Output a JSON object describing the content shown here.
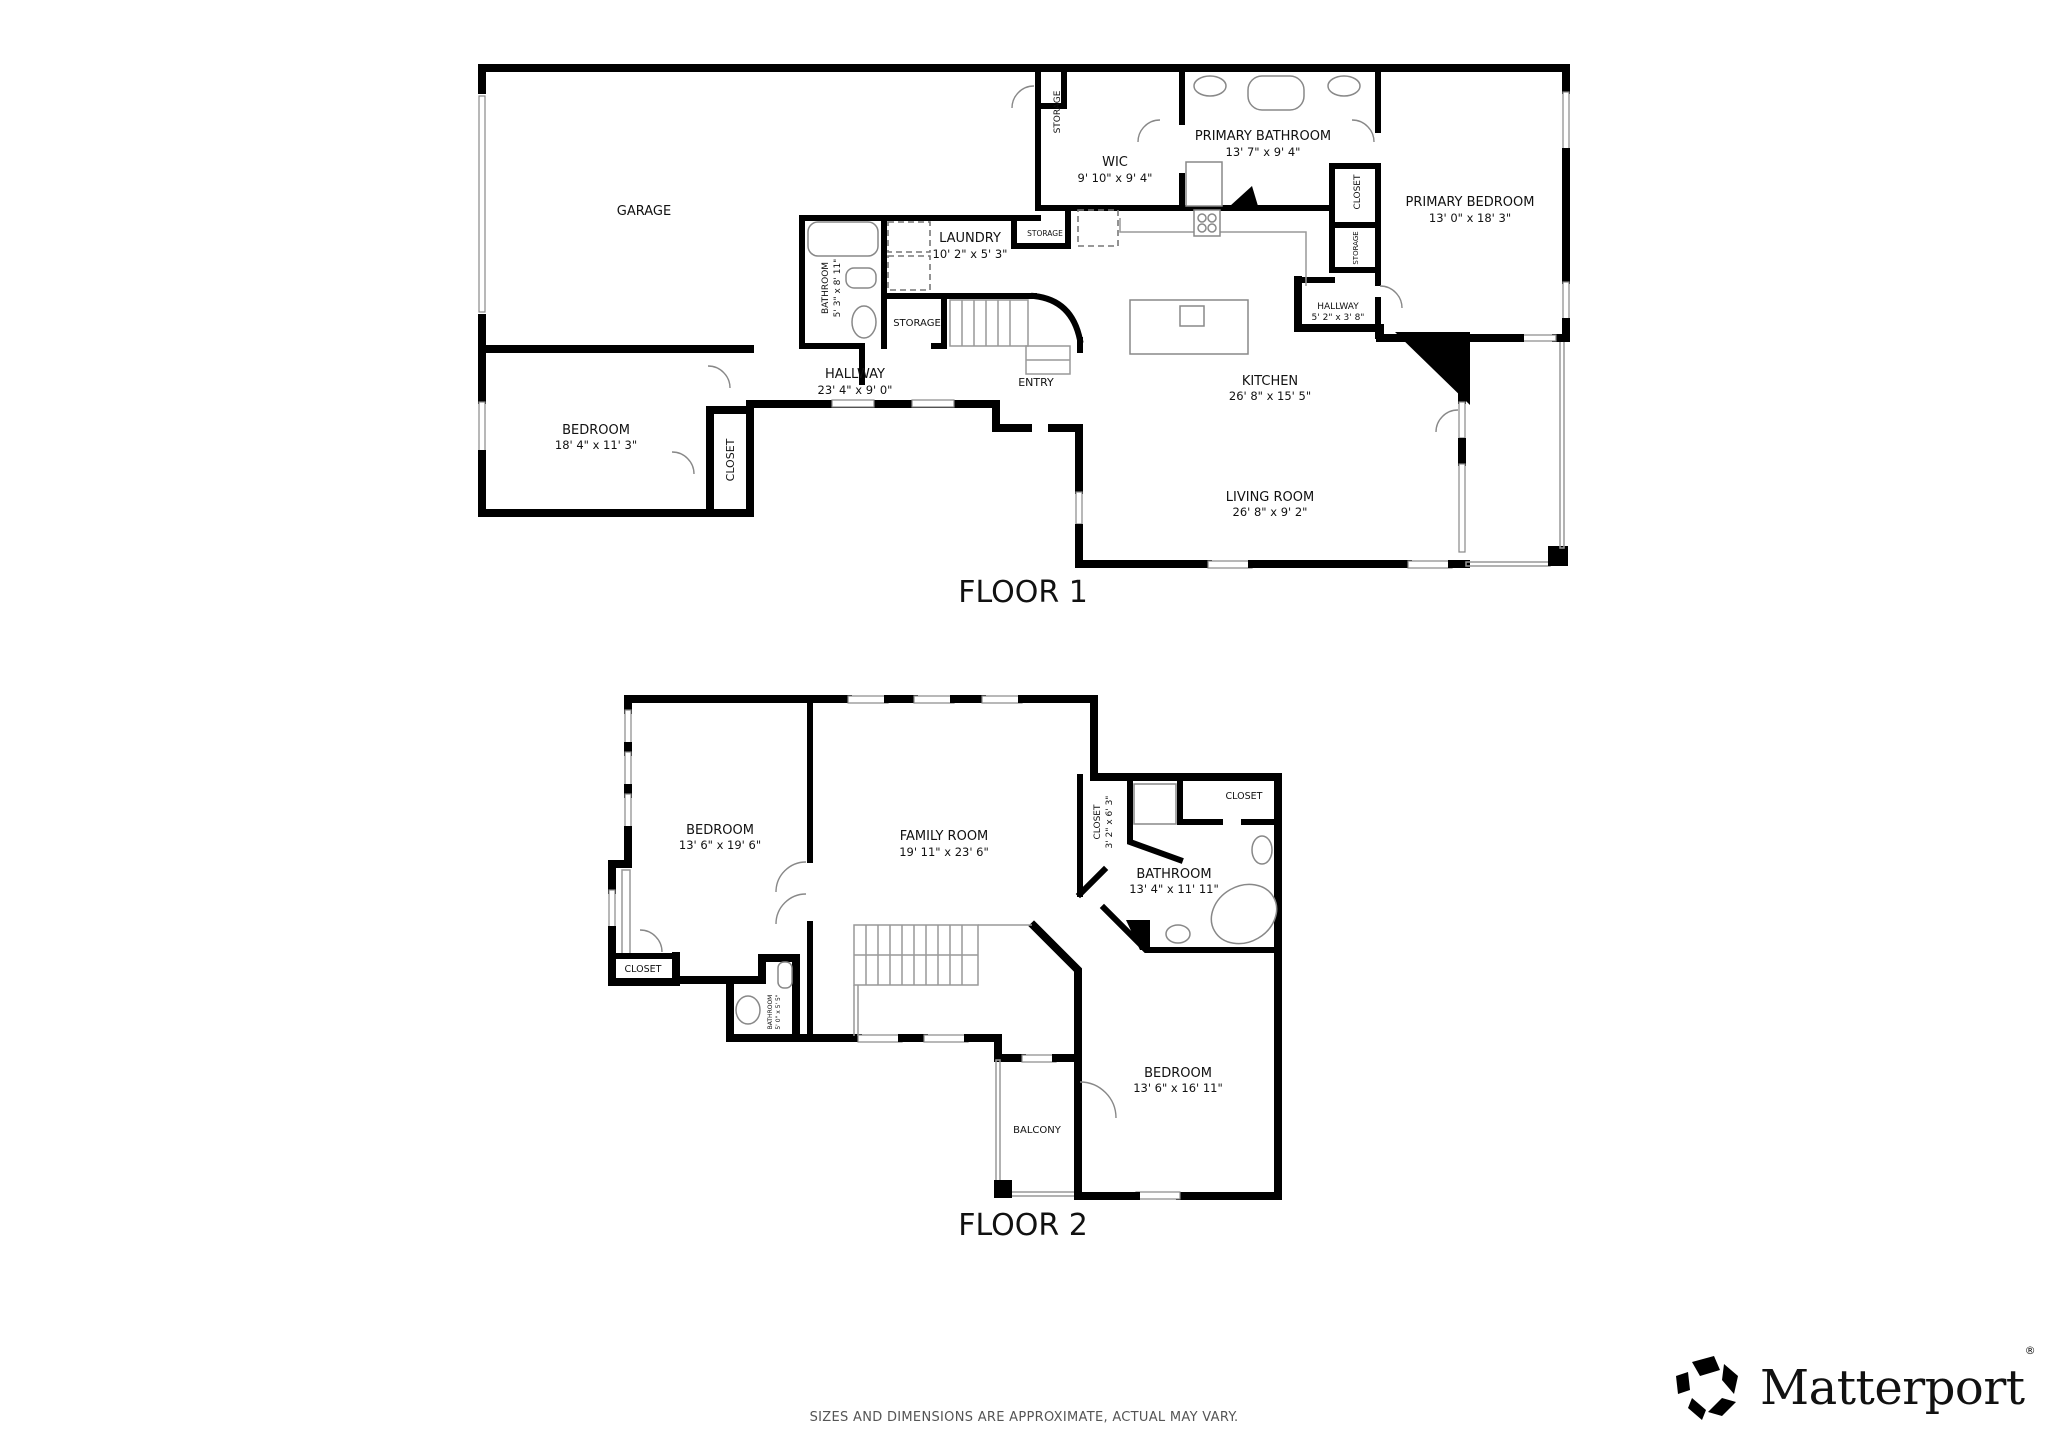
{
  "floors": [
    {
      "label": "FLOOR 1",
      "rooms": [
        {
          "id": "garage",
          "name": "GARAGE",
          "dims": ""
        },
        {
          "id": "storage-1",
          "name": "STORAGE",
          "dims": ""
        },
        {
          "id": "wic",
          "name": "WIC",
          "dims": "9' 10\" x 9' 4\""
        },
        {
          "id": "primary-bathroom",
          "name": "PRIMARY BATHROOM",
          "dims": "13' 7\" x 9' 4\""
        },
        {
          "id": "primary-bedroom",
          "name": "PRIMARY BEDROOM",
          "dims": "13' 0\" x 18' 3\""
        },
        {
          "id": "closet-1",
          "name": "CLOSET",
          "dims": ""
        },
        {
          "id": "storage-2",
          "name": "STORAGE",
          "dims": ""
        },
        {
          "id": "hallway-small",
          "name": "HALLWAY",
          "dims": "5' 2\" x 3' 8\""
        },
        {
          "id": "laundry",
          "name": "LAUNDRY",
          "dims": "10' 2\" x 5' 3\""
        },
        {
          "id": "storage-3",
          "name": "STORAGE",
          "dims": ""
        },
        {
          "id": "bathroom-1",
          "name": "BATHROOM",
          "dims": "5' 3\" x 8' 11\""
        },
        {
          "id": "storage-4",
          "name": "STORAGE",
          "dims": ""
        },
        {
          "id": "hallway",
          "name": "HALLWAY",
          "dims": "23' 4\" x 9' 0\""
        },
        {
          "id": "entry",
          "name": "ENTRY",
          "dims": ""
        },
        {
          "id": "bedroom-1",
          "name": "BEDROOM",
          "dims": "18' 4\" x 11' 3\""
        },
        {
          "id": "closet-2",
          "name": "CLOSET",
          "dims": ""
        },
        {
          "id": "kitchen",
          "name": "KITCHEN",
          "dims": "26' 8\" x 15' 5\""
        },
        {
          "id": "living-room",
          "name": "LIVING ROOM",
          "dims": "26' 8\" x 9' 2\""
        }
      ]
    },
    {
      "label": "FLOOR 2",
      "rooms": [
        {
          "id": "bedroom-2",
          "name": "BEDROOM",
          "dims": "13' 6\" x 19' 6\""
        },
        {
          "id": "family-room",
          "name": "FAMILY ROOM",
          "dims": "19' 11\" x 23' 6\""
        },
        {
          "id": "closet-3",
          "name": "CLOSET",
          "dims": "3' 2\" x 6' 3\""
        },
        {
          "id": "closet-4",
          "name": "CLOSET",
          "dims": ""
        },
        {
          "id": "bathroom-2",
          "name": "BATHROOM",
          "dims": "13' 4\" x 11' 11\""
        },
        {
          "id": "closet-5",
          "name": "CLOSET",
          "dims": ""
        },
        {
          "id": "bathroom-3",
          "name": "BATHROOM",
          "dims": "5' 0\" x 5' 5\""
        },
        {
          "id": "bedroom-3",
          "name": "BEDROOM",
          "dims": "13' 6\" x 16' 11\""
        },
        {
          "id": "balcony",
          "name": "BALCONY",
          "dims": ""
        }
      ]
    }
  ],
  "footer": {
    "disclaimer": "SIZES AND DIMENSIONS ARE APPROXIMATE, ACTUAL MAY VARY.",
    "brand": "Matterport",
    "brand_mark": "®"
  },
  "icons": {
    "brand_logo": "matterport-pentagon-logo-icon"
  },
  "colors": {
    "wall": "#000000",
    "background": "#ffffff",
    "fixture": "#888888",
    "text": "#111111",
    "disclaimer": "#555555"
  }
}
